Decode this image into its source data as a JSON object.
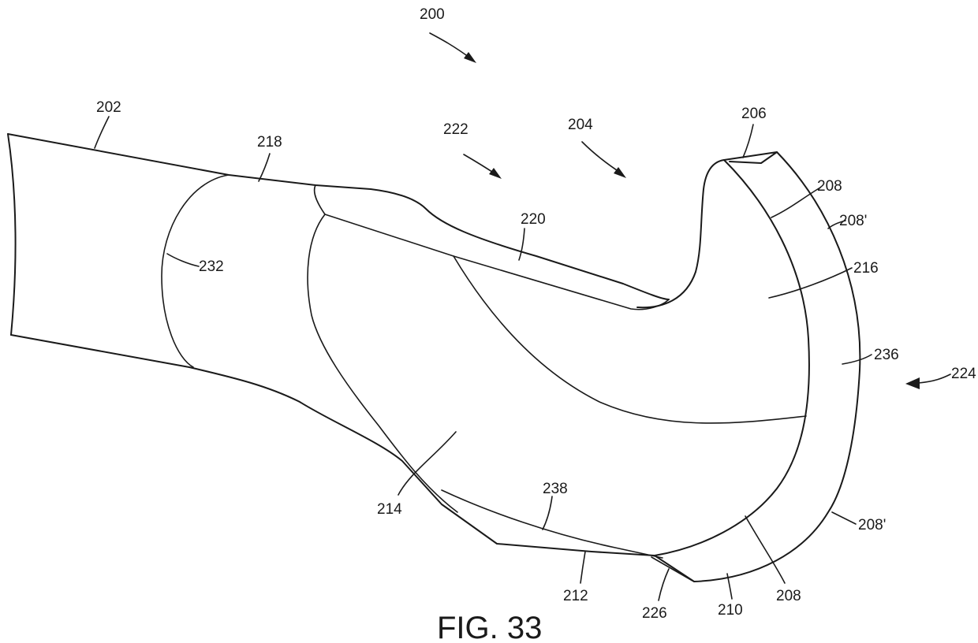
{
  "figure": {
    "caption": "FIG. 33",
    "labels": {
      "l200": "200",
      "l202": "202",
      "l222": "222",
      "l204": "204",
      "l206": "206",
      "l218": "218",
      "l208_top": "208",
      "l208p_top": "208'",
      "l220": "220",
      "l232": "232",
      "l216": "216",
      "l236": "236",
      "l224": "224",
      "l214": "214",
      "l238": "238",
      "l208p_bottom": "208'",
      "l212": "212",
      "l226": "226",
      "l210": "210",
      "l208_bottom": "208"
    }
  }
}
